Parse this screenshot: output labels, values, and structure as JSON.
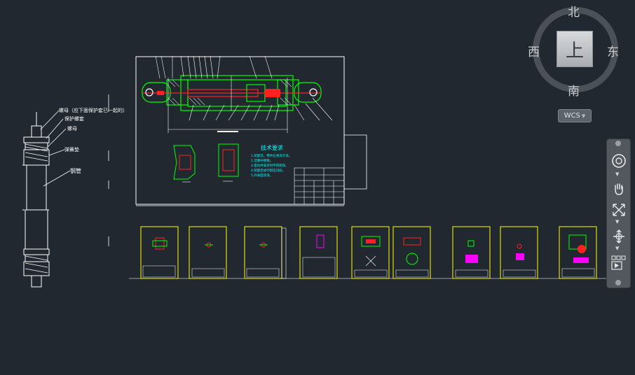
{
  "viewcube": {
    "north": "北",
    "south": "南",
    "west": "西",
    "east": "东",
    "top_face": "上",
    "wcs_label": "WCS"
  },
  "drawing": {
    "tech_title": "技术要求",
    "tech_lines": [
      "1.装配前，零件应清洗干净。",
      "2.活塞杆镀铬。",
      "3.密封件安装时不得损伤。",
      "4.装配后进行耐压试验。",
      "5.外表面涂漆。"
    ],
    "left_labels": [
      "螺母（应下面保护套已一起的）",
      "保护螺套",
      "螺母",
      "弹簧垫",
      "钢管"
    ]
  },
  "colors": {
    "background": "#212830",
    "green": "#00ff00",
    "red": "#ff2020",
    "white": "#ffffff",
    "cyan": "#00ffff",
    "yellow": "#ffff00",
    "magenta": "#ff00ff"
  },
  "navbar_icons": [
    "steering-wheel-icon",
    "pan-icon",
    "zoom-extents-icon",
    "orbit-icon",
    "showmotion-icon"
  ]
}
